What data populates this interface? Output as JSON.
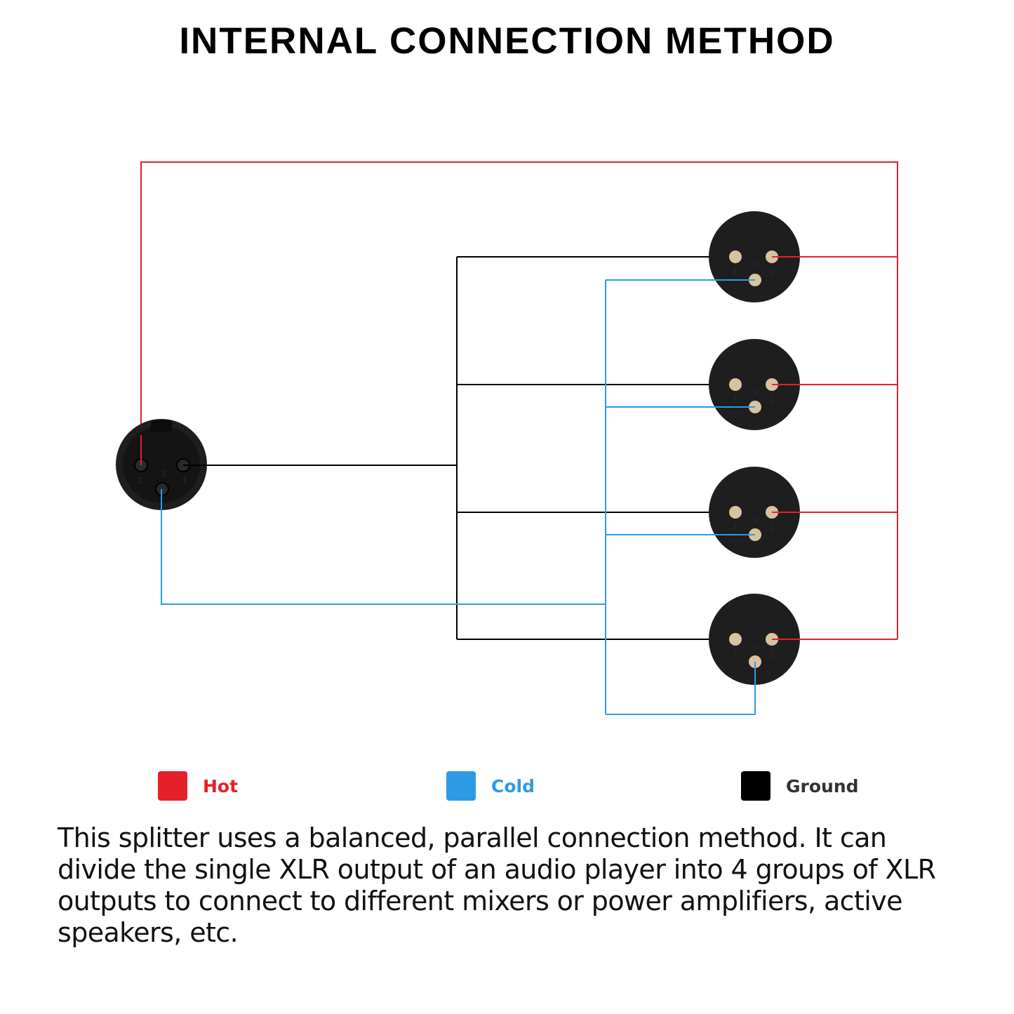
{
  "title": "INTERNAL CONNECTION METHOD",
  "colors": {
    "hot": "#e5202a",
    "cold": "#2e9ae6",
    "ground": "#000000",
    "connector_body": "#1e1e1e",
    "pin": "#d8c3a0"
  },
  "input_connector": {
    "type": "XLR female",
    "pins": [
      {
        "number": "2",
        "signal": "hot"
      },
      {
        "number": "3",
        "signal": "cold"
      },
      {
        "number": "1",
        "signal": "ground"
      }
    ]
  },
  "output_connectors": [
    {
      "type": "XLR male",
      "pins": [
        {
          "number": "1",
          "signal": "ground"
        },
        {
          "number": "3",
          "signal": "cold"
        },
        {
          "number": "2",
          "signal": "hot"
        }
      ]
    },
    {
      "type": "XLR male",
      "pins": [
        {
          "number": "1",
          "signal": "ground"
        },
        {
          "number": "3",
          "signal": "cold"
        },
        {
          "number": "2",
          "signal": "hot"
        }
      ]
    },
    {
      "type": "XLR male",
      "pins": [
        {
          "number": "1",
          "signal": "ground"
        },
        {
          "number": "3",
          "signal": "cold"
        },
        {
          "number": "2",
          "signal": "hot"
        }
      ]
    },
    {
      "type": "XLR male",
      "pins": [
        {
          "number": "1",
          "signal": "ground"
        },
        {
          "number": "3",
          "signal": "cold"
        },
        {
          "number": "2",
          "signal": "hot"
        }
      ]
    }
  ],
  "legend": {
    "hot": "Hot",
    "cold": "Cold",
    "ground": "Ground"
  },
  "description": "This splitter uses a balanced, parallel connection method. It can divide the single XLR output of an audio player into 4 groups of XLR outputs to connect to different mixers or power amplifiers, active speakers, etc."
}
